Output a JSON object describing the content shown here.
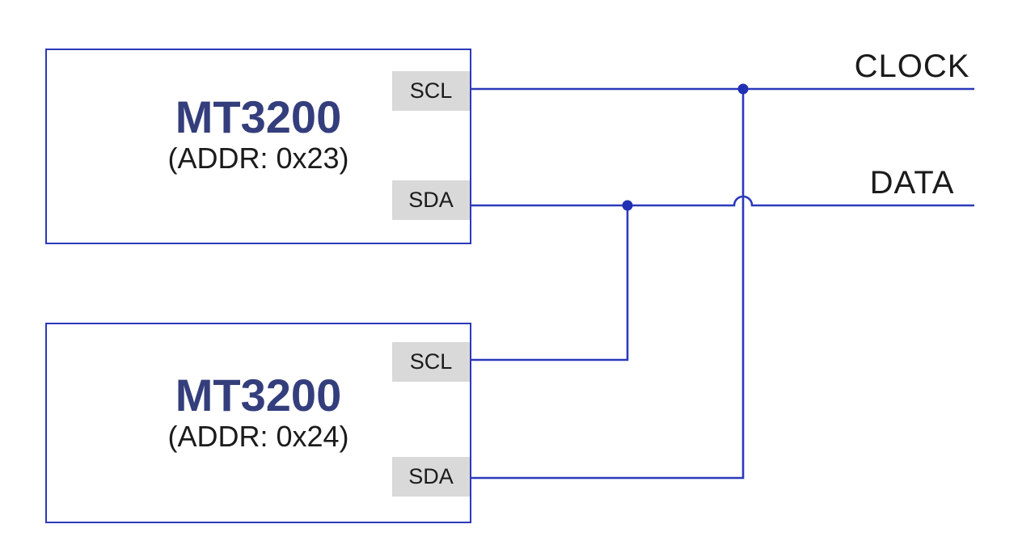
{
  "diagram": {
    "type": "i2c-bus-wiring-schematic",
    "devices": [
      {
        "title": "MT3200",
        "subtitle": "(ADDR: 0x23)",
        "pins": [
          "SCL",
          "SDA"
        ]
      },
      {
        "title": "MT3200",
        "subtitle": "(ADDR: 0x24)",
        "pins": [
          "SCL",
          "SDA"
        ]
      }
    ],
    "bus_labels": {
      "clock": "CLOCK",
      "data": "DATA"
    },
    "connections": [
      "device-0x23 SCL -> CLOCK bus",
      "device-0x23 SDA -> DATA bus",
      "device-0x24 SCL -> junction dot on DATA bus at x=776",
      "device-0x24 SDA -> junction dot on CLOCK bus at x=919 (wire hops over DATA bus)"
    ],
    "colors": {
      "wire": "#2c39bb",
      "box_border": "#2c39bb",
      "device_title": "#343e7c",
      "pin_background": "#d9d9d9",
      "label_text": "#1b1b1b",
      "background": "#ffffff"
    }
  }
}
